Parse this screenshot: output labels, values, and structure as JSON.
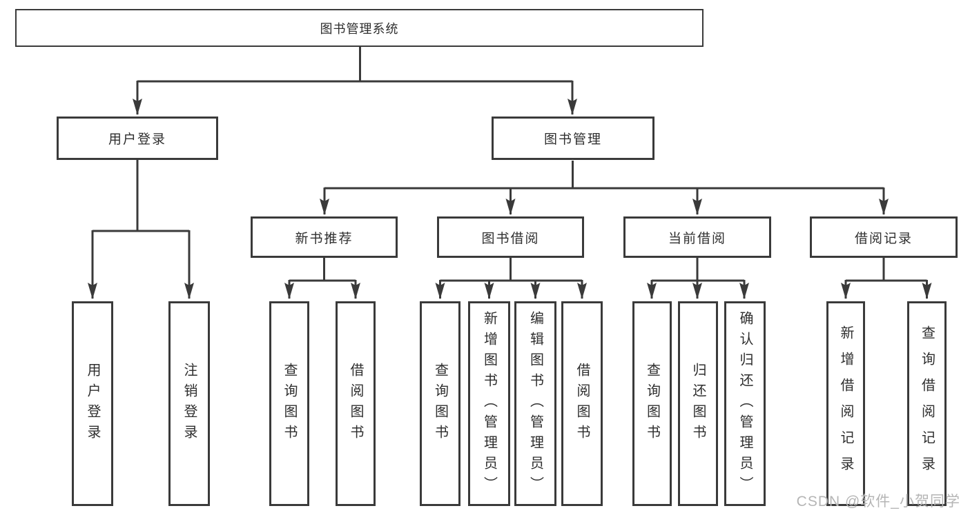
{
  "diagram_title": "图书管理系统",
  "tree": {
    "label": "图书管理系统",
    "children": [
      {
        "label": "用户登录",
        "children": [
          {
            "label": "用户登录"
          },
          {
            "label": "注销登录"
          }
        ]
      },
      {
        "label": "图书管理",
        "children": [
          {
            "label": "新书推荐",
            "children": [
              {
                "label": "查询图书"
              },
              {
                "label": "借阅图书"
              }
            ]
          },
          {
            "label": "图书借阅",
            "children": [
              {
                "label": "查询图书"
              },
              {
                "label": "新增图书（管理员）"
              },
              {
                "label": "编辑图书（管理员）"
              },
              {
                "label": "借阅图书"
              }
            ]
          },
          {
            "label": "当前借阅",
            "children": [
              {
                "label": "查询图书"
              },
              {
                "label": "归还图书"
              },
              {
                "label": "确认归还（管理员）"
              }
            ]
          },
          {
            "label": "借阅记录",
            "children": [
              {
                "label": "新增借阅记录"
              },
              {
                "label": "查询借阅记录"
              }
            ]
          }
        ]
      }
    ]
  },
  "watermark": {
    "text": "CSDN @软件_小贺同学"
  },
  "colors": {
    "line": "#3a3a3a",
    "box_border": "#3a3a3a",
    "text": "#2e2e2e",
    "watermark": "#b5b5b5",
    "background": "#ffffff"
  }
}
